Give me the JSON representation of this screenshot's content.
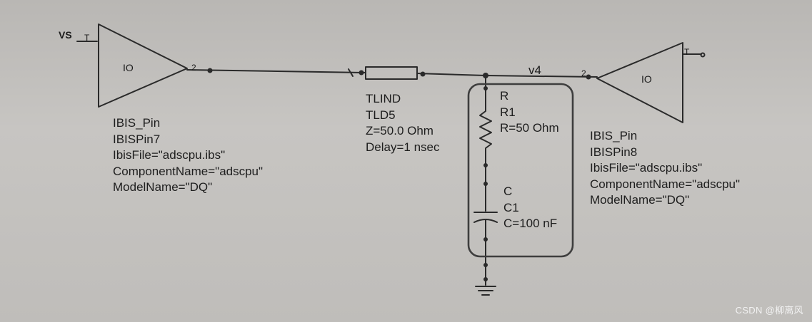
{
  "signals": {
    "vs": "VS",
    "v4": "v4"
  },
  "left_buffer": {
    "label": "IO",
    "pin_t": "T",
    "pin_2": "2",
    "props": [
      "IBIS_Pin",
      "IBISPin7",
      "IbisFile=\"adscpu.ibs\"",
      "ComponentName=\"adscpu\"",
      "ModelName=\"DQ\""
    ]
  },
  "right_buffer": {
    "label": "IO",
    "pin_t": "T",
    "pin_2": "2",
    "props": [
      "IBIS_Pin",
      "IBISPin8",
      "IbisFile=\"adscpu.ibs\"",
      "ComponentName=\"adscpu\"",
      "ModelName=\"DQ\""
    ]
  },
  "tline": {
    "props": [
      "TLIND",
      "TLD5",
      "Z=50.0 Ohm",
      "Delay=1 nsec"
    ]
  },
  "resistor": {
    "props": [
      "R",
      "R1",
      "R=50 Ohm"
    ]
  },
  "capacitor": {
    "props": [
      "C",
      "C1",
      "C=100 nF"
    ]
  },
  "watermark": "CSDN @柳离风",
  "colors": {
    "wire": "#2a2a2a",
    "highlight": "#4a4a4a",
    "background": "#c2c0bd"
  }
}
